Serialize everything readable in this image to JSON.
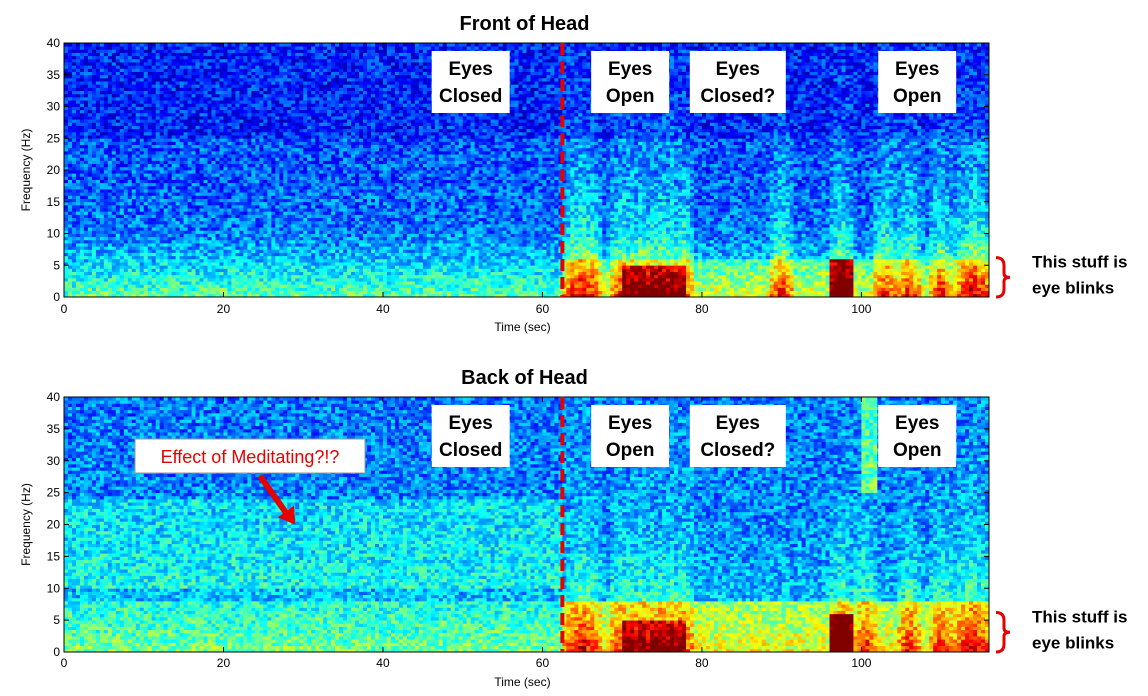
{
  "chart_data": [
    {
      "type": "heatmap",
      "title": "Front of Head",
      "xlabel": "Time (sec)",
      "ylabel": "Frequency (Hz)",
      "xlim": [
        0,
        116
      ],
      "ylim": [
        0,
        40
      ],
      "xticks": [
        "0",
        "20",
        "40",
        "60",
        "80",
        "100"
      ],
      "yticks": [
        "0",
        "5",
        "10",
        "15",
        "20",
        "25",
        "30",
        "35",
        "40"
      ],
      "colormap": "jet",
      "divider_time": 62.5,
      "divider_color": "#e60000",
      "annotations": [
        {
          "lines": [
            "Eyes",
            "Closed"
          ],
          "time": 51
        },
        {
          "lines": [
            "Eyes",
            "Open"
          ],
          "time": 71
        },
        {
          "lines": [
            "Eyes",
            "Closed?"
          ],
          "time": 84.5
        },
        {
          "lines": [
            "Eyes",
            "Open"
          ],
          "time": 107
        }
      ],
      "blink_note": [
        "This stuff is",
        "eye blinks"
      ]
    },
    {
      "type": "heatmap",
      "title": "Back of Head",
      "xlabel": "Time (sec)",
      "ylabel": "Frequency (Hz)",
      "xlim": [
        0,
        116
      ],
      "ylim": [
        0,
        40
      ],
      "xticks": [
        "0",
        "20",
        "40",
        "60",
        "80",
        "100"
      ],
      "yticks": [
        "0",
        "5",
        "10",
        "15",
        "20",
        "25",
        "30",
        "35",
        "40"
      ],
      "colormap": "jet",
      "divider_time": 62.5,
      "divider_color": "#e60000",
      "annotations": [
        {
          "lines": [
            "Eyes",
            "Closed"
          ],
          "time": 51
        },
        {
          "lines": [
            "Eyes",
            "Open"
          ],
          "time": 71
        },
        {
          "lines": [
            "Eyes",
            "Closed?"
          ],
          "time": 84.5
        },
        {
          "lines": [
            "Eyes",
            "Open"
          ],
          "time": 107
        }
      ],
      "callout": {
        "text": "Effect of Meditating?!?",
        "target_time": 29,
        "target_freq": 20,
        "color": "#e60000"
      },
      "blink_note": [
        "This stuff is",
        "eye blinks"
      ]
    }
  ]
}
